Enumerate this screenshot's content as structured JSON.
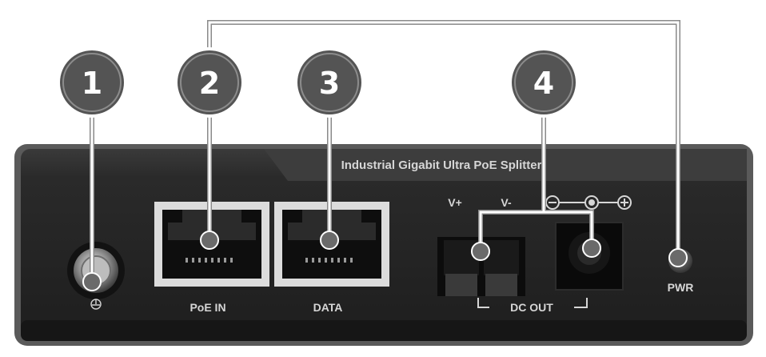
{
  "device": {
    "title": "Industrial Gigabit Ultra PoE Splitter",
    "ports": {
      "poe_in": "PoE IN",
      "data": "DATA",
      "dc_out": "DC OUT",
      "pwr": "PWR",
      "v_plus": "V+",
      "v_minus": "V-"
    }
  },
  "callouts": [
    {
      "number": "1"
    },
    {
      "number": "2"
    },
    {
      "number": "3"
    },
    {
      "number": "4"
    }
  ],
  "colors": {
    "panel": "#262626",
    "panel_border": "#4a4a4a",
    "callout_fill": "#545454",
    "leader": "#ffffff",
    "port_frame": "#dcdcdc"
  }
}
